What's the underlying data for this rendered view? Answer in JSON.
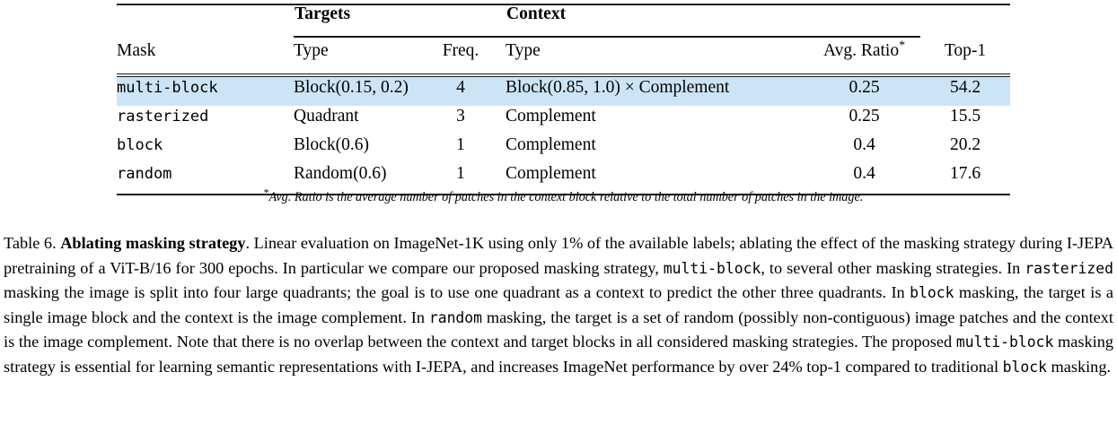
{
  "table": {
    "group_headers": {
      "mask": "",
      "targets": "Targets",
      "context": "Context"
    },
    "sub_headers": {
      "mask": "Mask",
      "target_type": "Type",
      "freq": "Freq.",
      "context_type": "Type",
      "avg_ratio": "Avg. Ratio",
      "avg_ratio_marker": "*",
      "top1": "Top-1"
    },
    "rows": [
      {
        "mask": "multi-block",
        "target_type": "Block(0.15, 0.2)",
        "freq": "4",
        "context_type": "Block(0.85, 1.0) × Complement",
        "avg_ratio": "0.25",
        "top1": "54.2",
        "highlighted": true
      },
      {
        "mask": "rasterized",
        "target_type": "Quadrant",
        "freq": "3",
        "context_type": "Complement",
        "avg_ratio": "0.25",
        "top1": "15.5",
        "highlighted": false
      },
      {
        "mask": "block",
        "target_type": "Block(0.6)",
        "freq": "1",
        "context_type": "Complement",
        "avg_ratio": "0.4",
        "top1": "20.2",
        "highlighted": false
      },
      {
        "mask": "random",
        "target_type": "Random(0.6)",
        "freq": "1",
        "context_type": "Complement",
        "avg_ratio": "0.4",
        "top1": "17.6",
        "highlighted": false
      }
    ],
    "highlight_color": "#cce5f6",
    "rule_color": "#1a1a1a"
  },
  "footnote": {
    "marker": "*",
    "text": "Avg. Ratio is the average number of patches in the context block relative to the total number of patches in the image."
  },
  "caption": {
    "label": "Table 6.",
    "title": "Ablating masking strategy",
    "segments": [
      {
        "style": "normal",
        "text": "Table 6. "
      },
      {
        "style": "bold",
        "text": "Ablating masking strategy"
      },
      {
        "style": "normal",
        "text": ". Linear evaluation on ImageNet-1K using only 1% of the available labels; ablating the effect of the masking strategy during I-JEPA pretraining of a ViT-B/16 for 300 epochs. In particular we compare our proposed masking strategy, "
      },
      {
        "style": "mono",
        "text": "multi-block"
      },
      {
        "style": "normal",
        "text": ", to several other masking strategies. In "
      },
      {
        "style": "mono",
        "text": "rasterized"
      },
      {
        "style": "normal",
        "text": " masking the image is split into four large quadrants; the goal is to use one quadrant as a context to predict the other three quadrants. In "
      },
      {
        "style": "mono",
        "text": "block"
      },
      {
        "style": "normal",
        "text": " masking, the target is a single image block and the context is the image complement. In "
      },
      {
        "style": "mono",
        "text": "random"
      },
      {
        "style": "normal",
        "text": " masking, the target is a set of random (possibly non-contiguous) image patches and the context is the image complement. Note that there is no overlap between the context and target blocks in all considered masking strategies. The proposed "
      },
      {
        "style": "mono",
        "text": "multi-block"
      },
      {
        "style": "normal",
        "text": " masking strategy is essential for learning semantic representations with I-JEPA, and increases ImageNet performance by over 24% top-1 compared to traditional "
      },
      {
        "style": "mono",
        "text": "block"
      },
      {
        "style": "normal",
        "text": " masking."
      }
    ]
  }
}
